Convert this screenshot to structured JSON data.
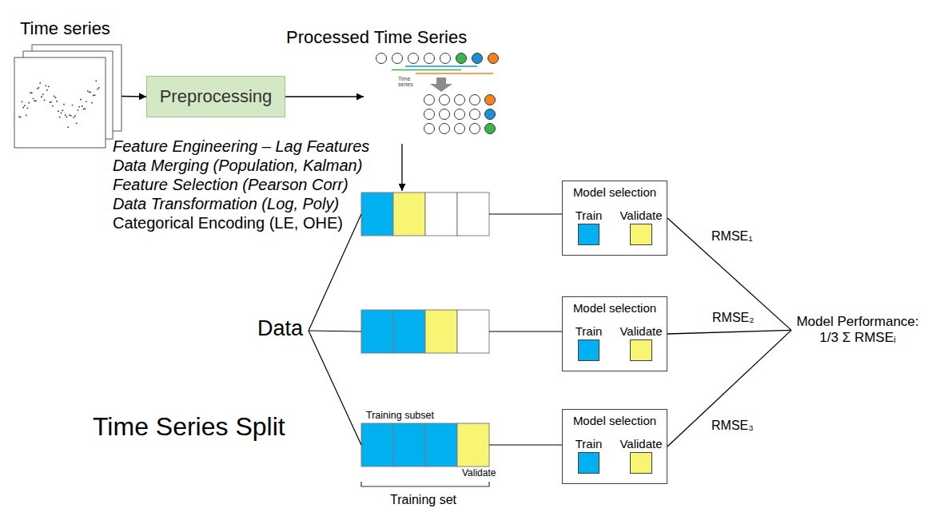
{
  "diagram": {
    "nodes": [
      {
        "text": [
          "Time series"
        ]
      },
      {
        "text": [
          "Preprocessing"
        ]
      },
      {
        "text": [
          "Processed Time Series"
        ]
      },
      {
        "text": [
          "Model selection"
        ]
      },
      {
        "text": [
          "Train"
        ],
        "in": 3
      },
      {
        "text": [
          "Validate"
        ],
        "in": 3
      },
      {
        "text": [
          "Model selection"
        ]
      },
      {
        "text": [
          "Train"
        ],
        "in": 6
      },
      {
        "text": [
          "Validate"
        ],
        "in": 6
      },
      {
        "text": [
          "Model selection"
        ]
      },
      {
        "text": [
          "Train"
        ],
        "in": 9
      },
      {
        "text": [
          "Validate"
        ],
        "in": 9
      },
      {
        "text": [
          "Model Performance: 1/3 Σ RMSEᵢ"
        ]
      }
    ],
    "edges": [
      {
        "from": 0,
        "to": 1,
        "arrow": "to"
      },
      {
        "from": 1,
        "to": 2,
        "arrow": "to"
      },
      {
        "from": 3,
        "to": 12,
        "arrow": "none",
        "label": "RMSE₁"
      },
      {
        "from": 6,
        "to": 12,
        "arrow": "none",
        "label": "RMSE₂"
      },
      {
        "from": 9,
        "to": 12,
        "arrow": "none",
        "label": "RMSE₃"
      }
    ],
    "labels": [
      "Time series",
      "Feature Engineering – Lag Features",
      "Data Merging (Population, Kalman)",
      "Feature Selection (Pearson Corr)",
      "Data Transformation (Log, Poly)",
      "Categorical Encoding (LE, OHE)",
      "Data",
      "Time Series Split",
      "Training subset",
      "Validate",
      "Training set"
    ]
  }
}
